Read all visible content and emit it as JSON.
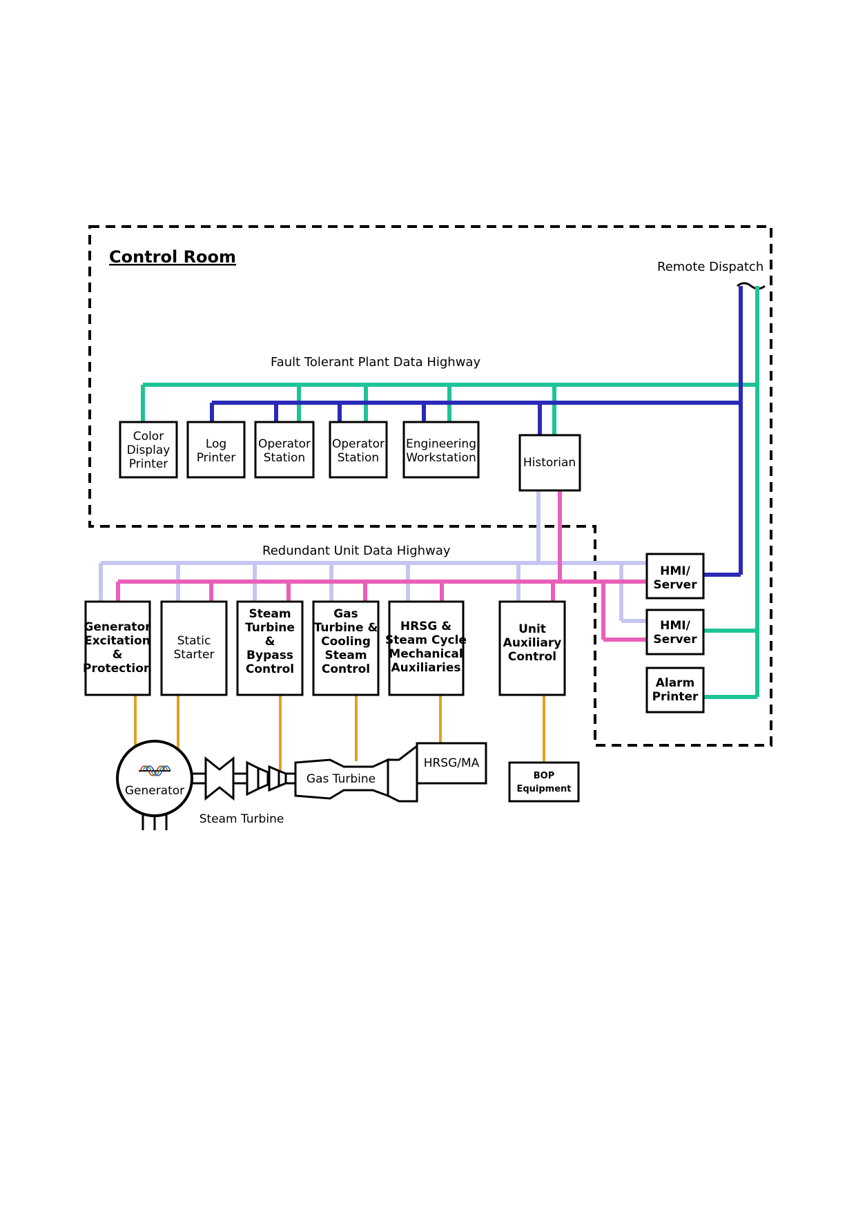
{
  "diagram": {
    "title": "Control Room",
    "remote_dispatch": "Remote Dispatch",
    "plant_highway_label": "Fault Tolerant Plant Data Highway",
    "unit_highway_label": "Redundant Unit Data Highway",
    "colors": {
      "plant_highway_green": "#1ec396",
      "plant_highway_blue": "#2a2ab8",
      "unit_highway_lavender": "#c6c6f2",
      "unit_highway_pink": "#ea5fb8",
      "io_orange": "#e0a020"
    },
    "control_room_devices": [
      {
        "id": "color-display-printer",
        "lines": [
          "Color",
          "Display",
          "Printer"
        ]
      },
      {
        "id": "log-printer",
        "lines": [
          "Log",
          "Printer"
        ]
      },
      {
        "id": "operator-station-1",
        "lines": [
          "Operator",
          "Station"
        ]
      },
      {
        "id": "operator-station-2",
        "lines": [
          "Operator",
          "Station"
        ]
      },
      {
        "id": "engineering-workstation",
        "lines": [
          "Engineering",
          "Workstation"
        ]
      },
      {
        "id": "historian",
        "lines": [
          "Historian"
        ]
      }
    ],
    "servers": [
      {
        "id": "hmi-server-1",
        "lines": [
          "HMI/",
          "Server"
        ]
      },
      {
        "id": "hmi-server-2",
        "lines": [
          "HMI/",
          "Server"
        ]
      },
      {
        "id": "alarm-printer",
        "lines": [
          "Alarm",
          "Printer"
        ]
      }
    ],
    "controllers": [
      {
        "id": "generator-excitation",
        "lines": [
          "Generator",
          "Excitation",
          "&",
          "Protection"
        ]
      },
      {
        "id": "static-starter",
        "lines": [
          "Static",
          "Starter"
        ]
      },
      {
        "id": "steam-turbine-control",
        "lines": [
          "Steam",
          "Turbine",
          "&",
          "Bypass",
          "Control"
        ]
      },
      {
        "id": "gas-turbine-control",
        "lines": [
          "Gas",
          "Turbine &",
          "Cooling",
          "Steam",
          "Control"
        ]
      },
      {
        "id": "hrsg-control",
        "lines": [
          "HRSG &",
          "Steam Cycle",
          "Mechanical",
          "Auxiliaries"
        ]
      },
      {
        "id": "unit-auxiliary-control",
        "lines": [
          "Unit",
          "Auxiliary",
          "Control"
        ]
      }
    ],
    "equipment": {
      "generator": "Generator",
      "steam_turbine": "Steam Turbine",
      "gas_turbine": "Gas Turbine",
      "hrsg_ma": "HRSG/MA",
      "bop": [
        "BOP",
        "Equipment"
      ]
    }
  }
}
